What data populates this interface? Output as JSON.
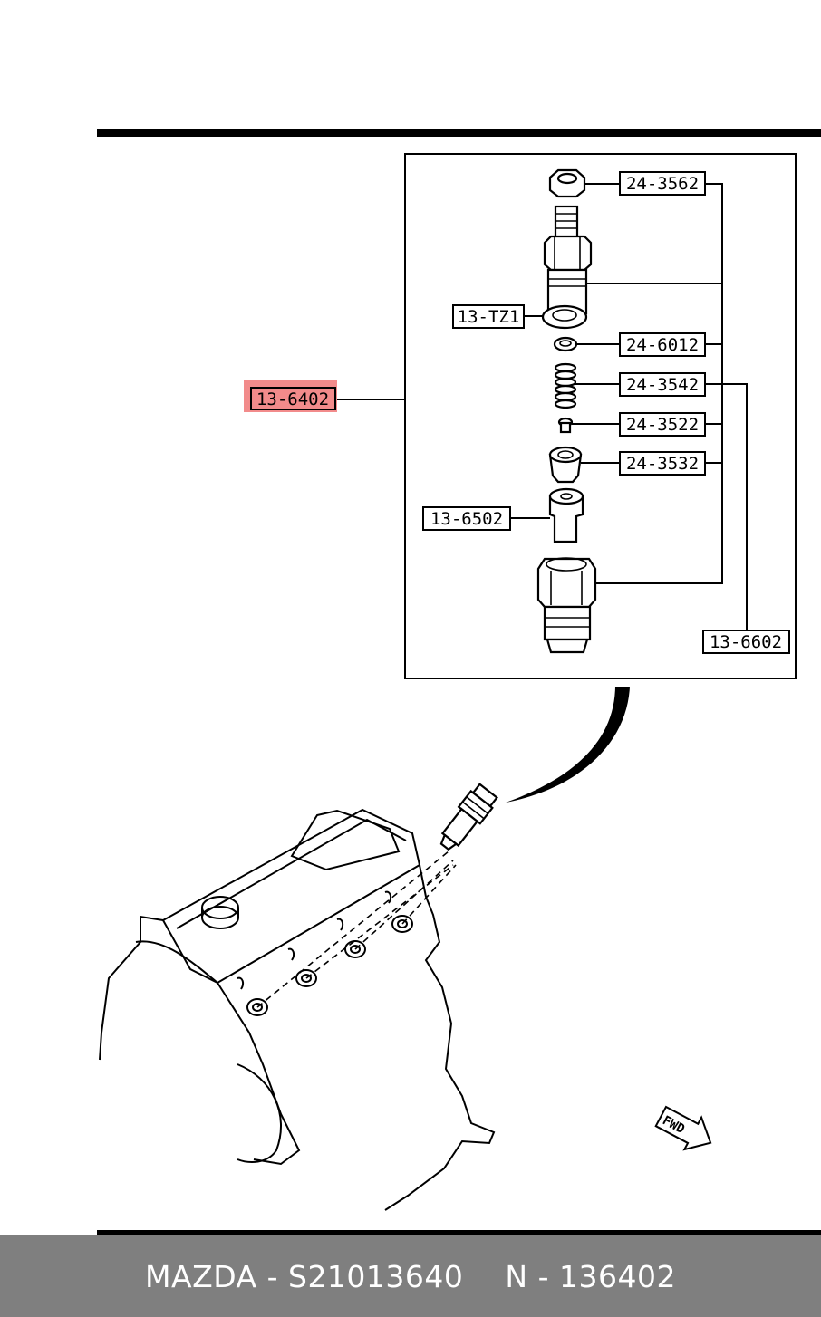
{
  "callouts": {
    "assembly": "13-6402",
    "nut_top": "24-3562",
    "holder_gasket": "13-TZ1",
    "washer": "24-6012",
    "spring": "24-3542",
    "pin": "24-3522",
    "seat": "24-3532",
    "nozzle": "13-6502",
    "retaining_nut": "13-6602"
  },
  "diagram": {
    "fwd_label": "FWD",
    "highlight_color": "#f28b8b"
  },
  "footer": {
    "brand_part": "MAZDA - S21013640",
    "ref_number": "N - 136402"
  }
}
